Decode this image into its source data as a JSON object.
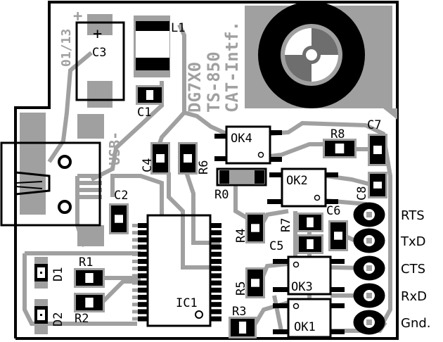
{
  "board": {
    "date_code": "01/13",
    "plus_mark": "+",
    "title_lines": [
      "DG7X0",
      "TS-850",
      "CAT-Intf."
    ],
    "usb_label": "USB-"
  },
  "components": {
    "C1": "C1",
    "C2": "C2",
    "C3": "C3",
    "C4": "C4",
    "C5": "C5",
    "C6": "C6",
    "C7": "C7",
    "C8": "C8",
    "L1": "L1",
    "R0": "R0",
    "R1": "R1",
    "R2": "R2",
    "R3": "R3",
    "R4": "R4",
    "R5": "R5",
    "R6": "R6",
    "R7": "R7",
    "R8": "R8",
    "OK1": "OK1",
    "OK2": "OK2",
    "OK3": "OK3",
    "OK4": "OK4",
    "IC1": "IC1",
    "D1": "D1",
    "D2": "D2"
  },
  "header_pins": [
    "RTS",
    "TxD",
    "CTS",
    "RxD",
    "Gnd."
  ],
  "colors": {
    "silk": "#a0a0a0",
    "copper": "#000000",
    "background": "#ffffff"
  }
}
